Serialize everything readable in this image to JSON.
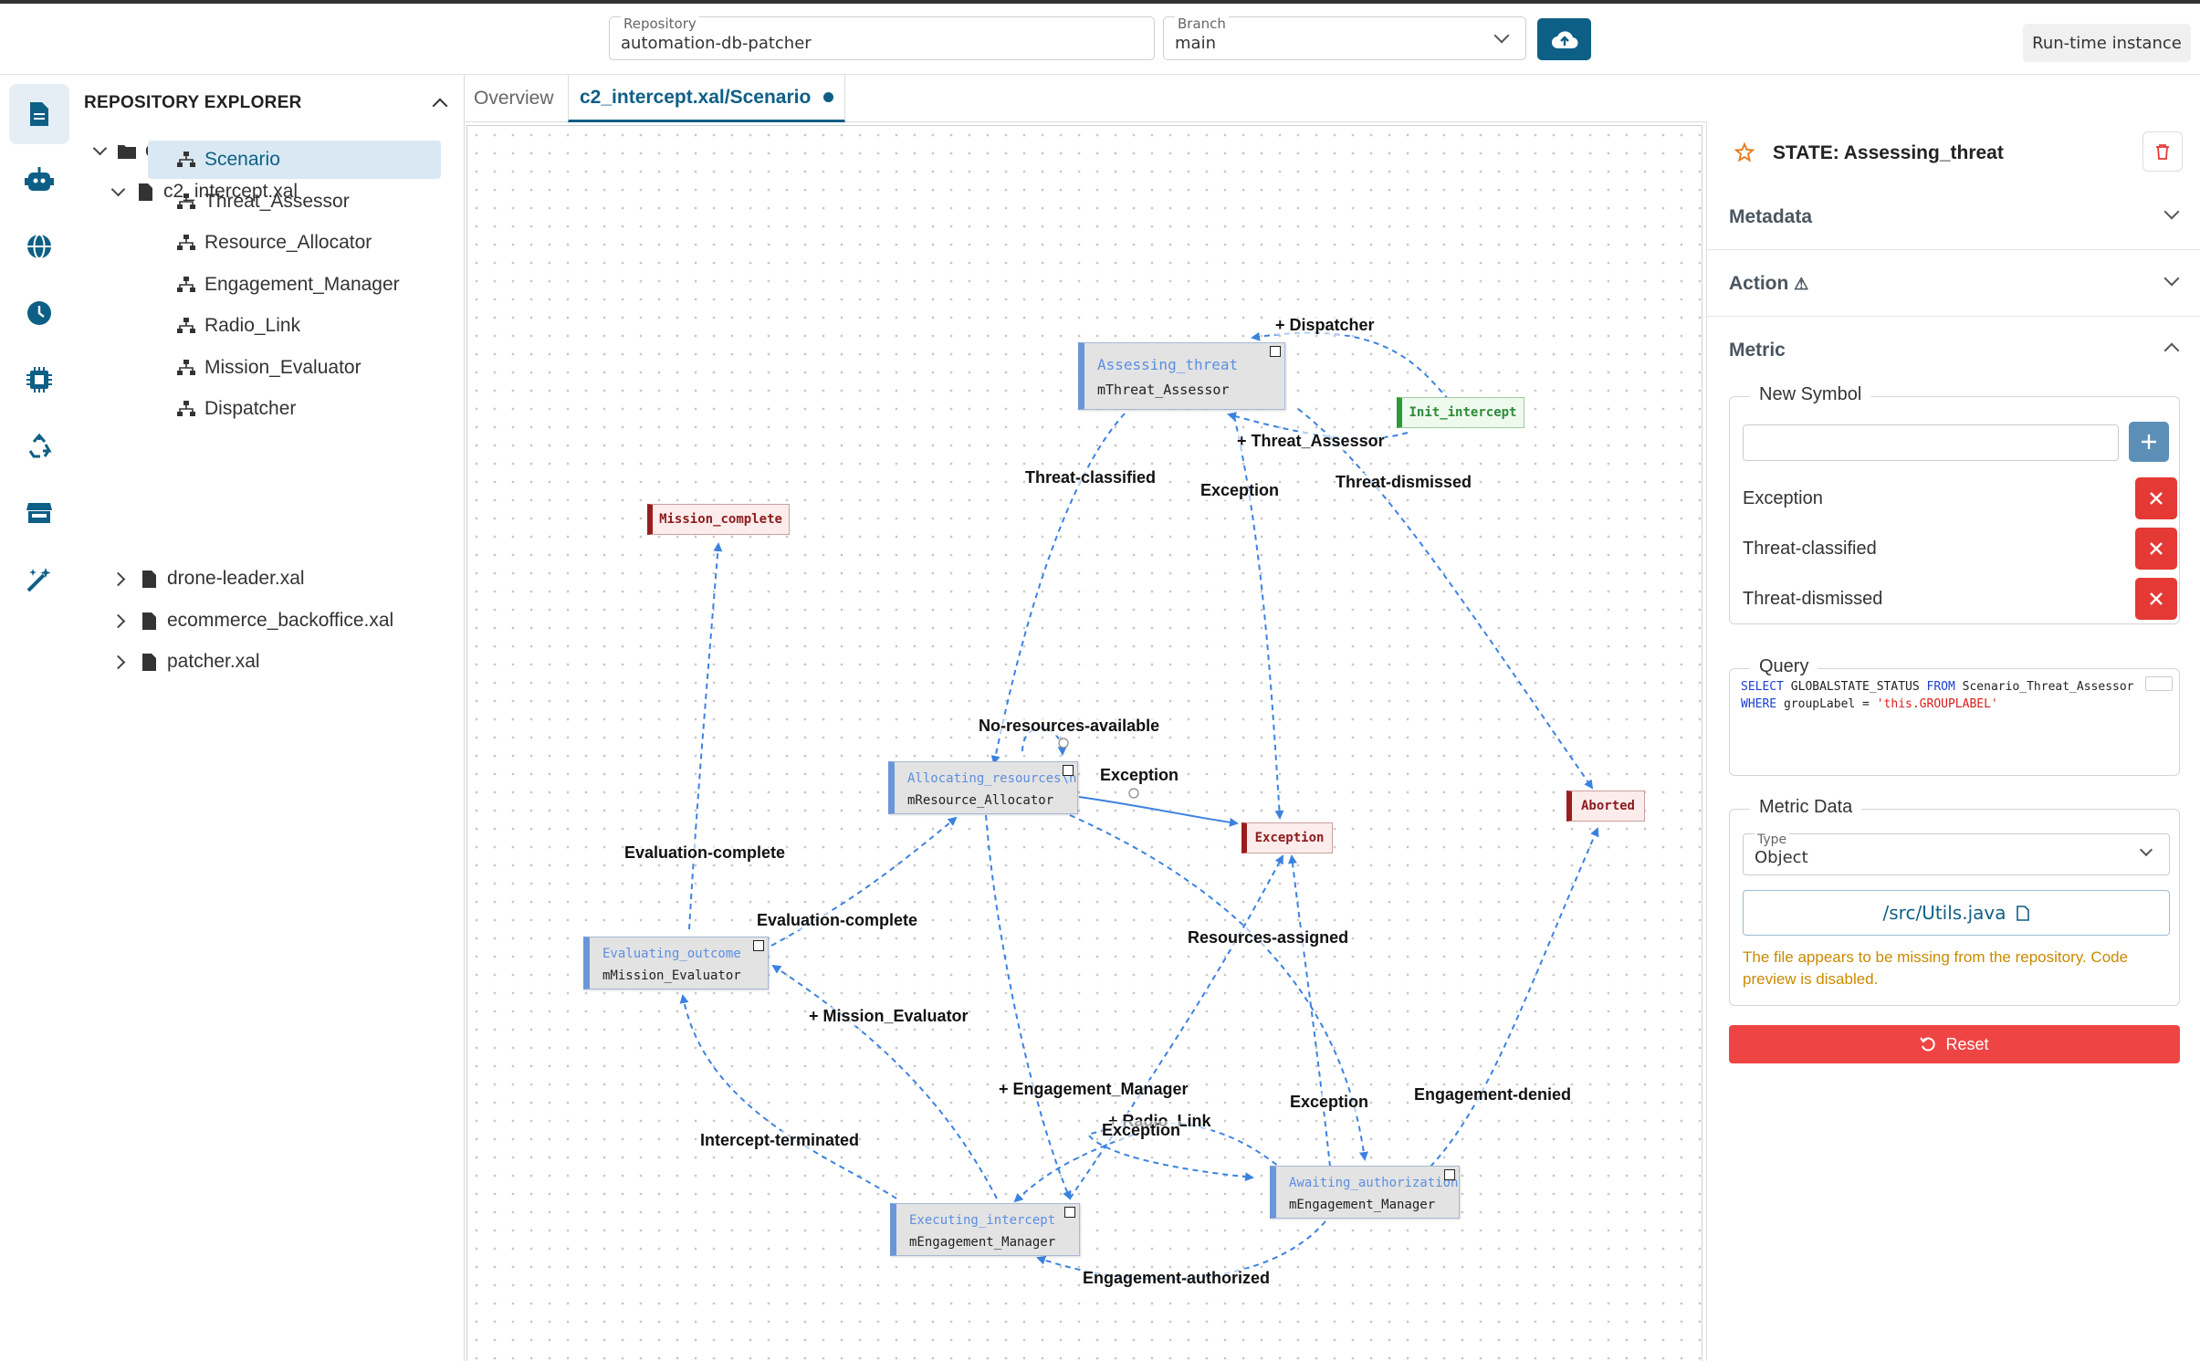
{
  "topbar": {
    "repository_label": "Repository",
    "repository_value": "automation-db-patcher",
    "branch_label": "Branch",
    "branch_value": "main",
    "runtime_label": "Run-time instance"
  },
  "rail": {
    "items": [
      "document-icon",
      "robot-icon",
      "globe-icon",
      "clock-icon",
      "chip-icon",
      "recycle-icon",
      "store-icon",
      "magic-wand-icon"
    ]
  },
  "explorer": {
    "title": "REPOSITORY EXPLORER",
    "root": "data",
    "open_file": "c2_intercept.xal",
    "scenarios": [
      "Scenario",
      "Threat_Assessor",
      "Resource_Allocator",
      "Engagement_Manager",
      "Radio_Link",
      "Mission_Evaluator",
      "Dispatcher"
    ],
    "files": [
      "drone-leader.xal",
      "ecommerce_backoffice.xal",
      "patcher.xal"
    ]
  },
  "tabs": {
    "overview": "Overview",
    "active": "c2_intercept.xal/Scenario"
  },
  "diagram": {
    "states": {
      "assessing": {
        "title": "Assessing_threat",
        "sub": "mThreat_Assessor"
      },
      "allocating": {
        "title": "Allocating_resources\\n",
        "sub": "mResource_Allocator"
      },
      "evaluating": {
        "title": "Evaluating_outcome",
        "sub": "mMission_Evaluator"
      },
      "executing": {
        "title": "Executing_intercept",
        "sub": "mEngagement_Manager"
      },
      "awaiting": {
        "title": "Awaiting_authorization",
        "sub": "mEngagement_Manager"
      }
    },
    "terminals": {
      "mission_complete": "Mission_complete",
      "init": "Init_intercept",
      "exception": "Exception",
      "aborted": "Aborted"
    },
    "edge_labels": {
      "dispatcher": "+ Dispatcher",
      "threat_assessor": "+ Threat_Assessor",
      "threat_classified": "Threat-classified",
      "exception_a": "Exception",
      "threat_dismissed": "Threat-dismissed",
      "no_resources": "No-resources-available",
      "exception_b": "Exception",
      "evaluation_complete_a": "Evaluation-complete",
      "evaluation_complete_b": "Evaluation-complete",
      "resources_assigned": "Resources-assigned",
      "mission_evaluator": "+ Mission_Evaluator",
      "engagement_manager": "+ Engagement_Manager",
      "radio_link": "+ Radio_Link",
      "exception_c": "Exception",
      "exception_d": "Exception",
      "engagement_denied": "Engagement-denied",
      "intercept_terminated": "Intercept-terminated",
      "engagement_authorized": "Engagement-authorized"
    }
  },
  "panel": {
    "title": "STATE: Assessing_threat",
    "metadata": "Metadata",
    "action": "Action",
    "metric": "Metric",
    "new_symbol": "New Symbol",
    "new_symbol_value": "",
    "symbols": [
      "Exception",
      "Threat-classified",
      "Threat-dismissed"
    ],
    "query_label": "Query",
    "query_line1": {
      "kw1": "SELECT",
      "a": " GLOBALSTATE_STATUS ",
      "kw2": "FROM",
      "b": " Scenario_Threat_Assessor"
    },
    "query_line2": {
      "kw": "WHERE",
      "a": " groupLabel = ",
      "str": "'this.GROUPLABEL'"
    },
    "metric_data": "Metric Data",
    "type_label": "Type",
    "type_value": "Object",
    "file_link": "/src/Utils.java",
    "warning": "The file appears to be missing from the repository. Code preview is disabled.",
    "reset": "Reset"
  },
  "colors": {
    "brand": "#0e5f86",
    "danger": "#e53935",
    "warning": "#c98a00",
    "edge": "#3b82e0"
  }
}
